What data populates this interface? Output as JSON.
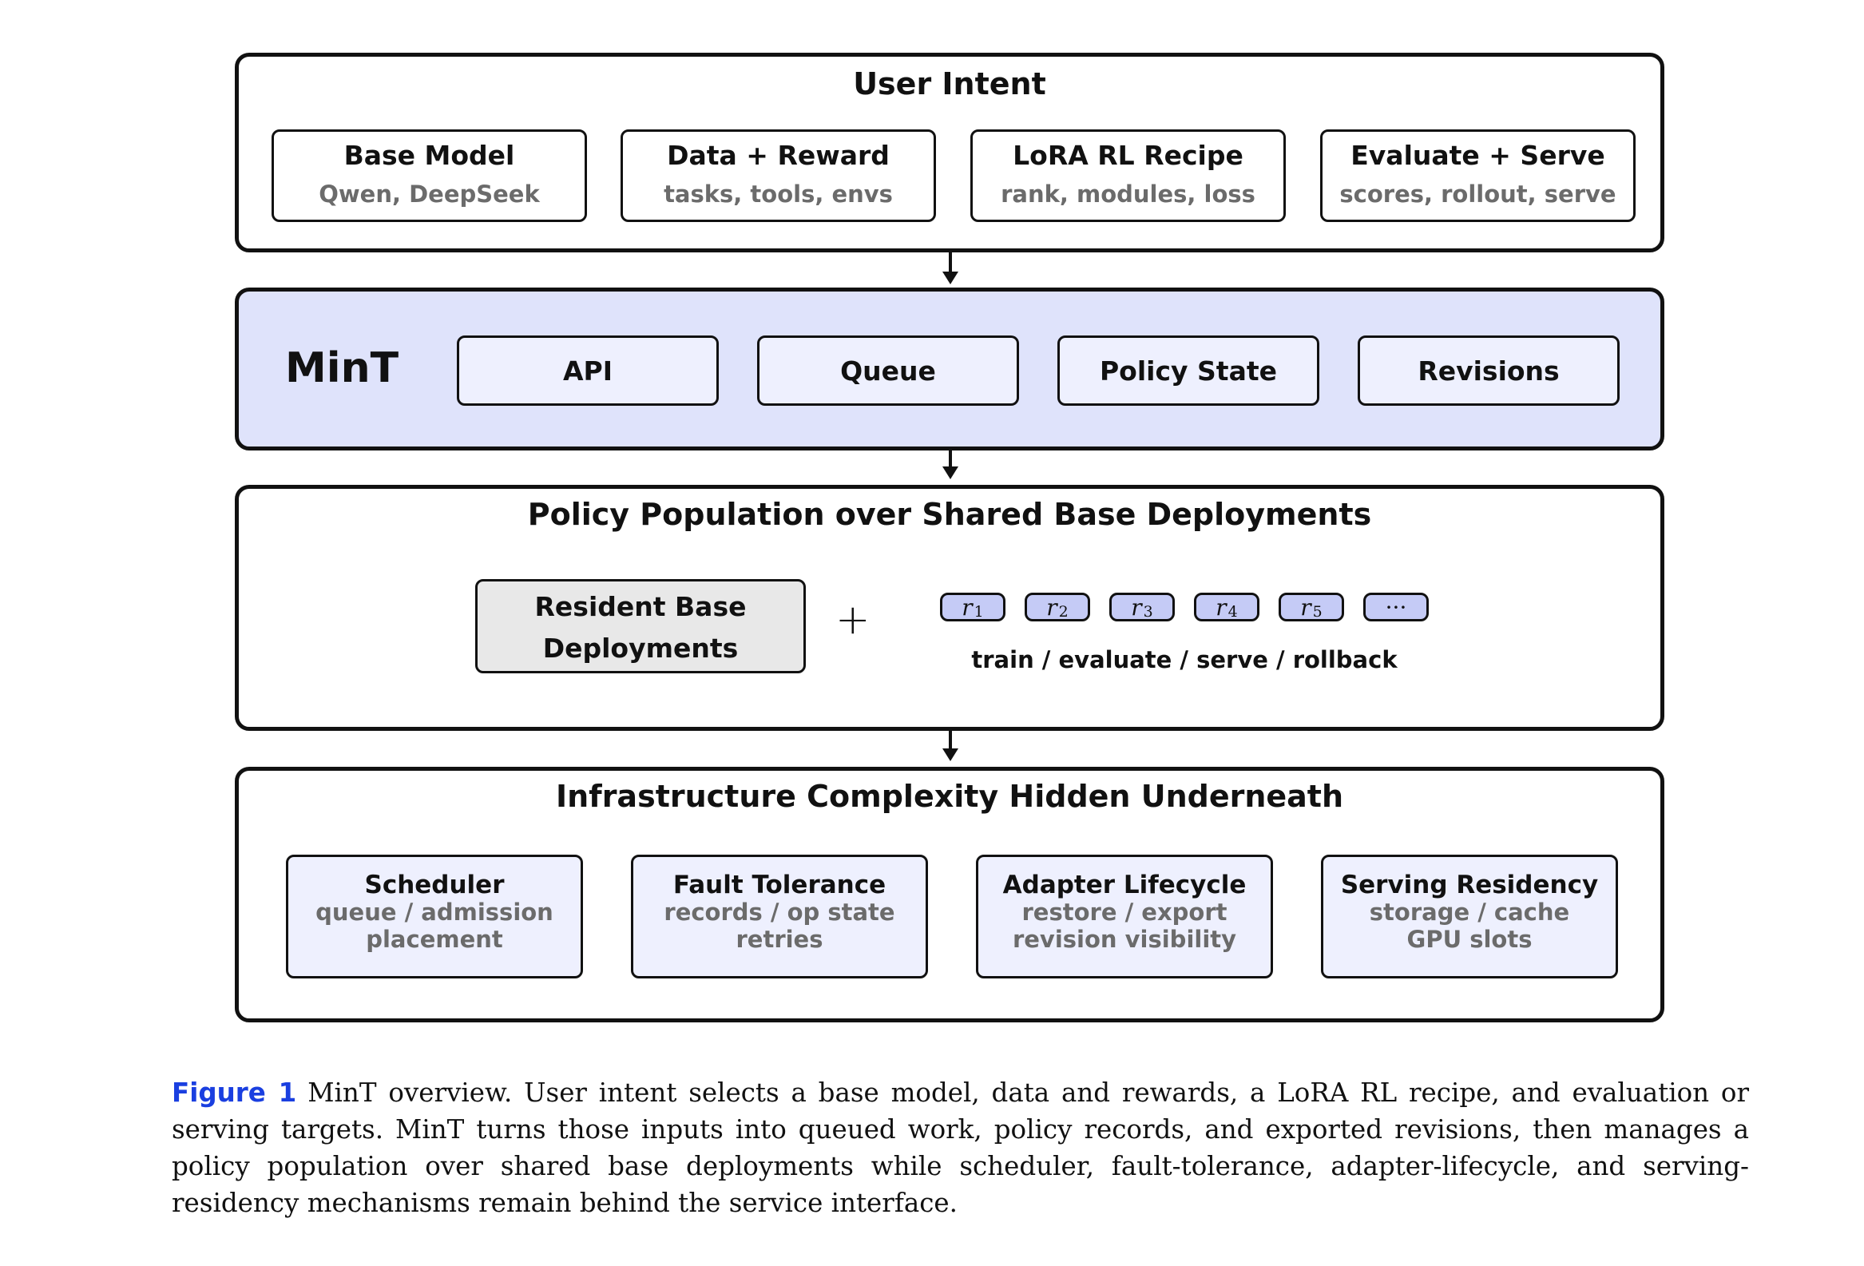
{
  "user_intent": {
    "title": "User Intent",
    "boxes": [
      {
        "title": "Base Model",
        "subtitle": "Qwen, DeepSeek"
      },
      {
        "title": "Data + Reward",
        "subtitle": "tasks, tools, envs"
      },
      {
        "title": "LoRA RL Recipe",
        "subtitle": "rank, modules, loss"
      },
      {
        "title": "Evaluate + Serve",
        "subtitle": "scores, rollout, serve"
      }
    ]
  },
  "mint": {
    "label": "MinT",
    "boxes": [
      "API",
      "Queue",
      "Policy State",
      "Revisions"
    ]
  },
  "population": {
    "title": "Policy Population over Shared Base Deployments",
    "resident_line1": "Resident Base",
    "resident_line2": "Deployments",
    "plus": "+",
    "chips": [
      {
        "var": "r",
        "sub": "1"
      },
      {
        "var": "r",
        "sub": "2"
      },
      {
        "var": "r",
        "sub": "3"
      },
      {
        "var": "r",
        "sub": "4"
      },
      {
        "var": "r",
        "sub": "5"
      },
      {
        "var": "···",
        "sub": ""
      }
    ],
    "actions": "train / evaluate / serve / rollback"
  },
  "infrastructure": {
    "title": "Infrastructure Complexity Hidden Underneath",
    "boxes": [
      {
        "title": "Scheduler",
        "line1": "queue / admission",
        "line2": "placement"
      },
      {
        "title": "Fault Tolerance",
        "line1": "records / op state",
        "line2": "retries"
      },
      {
        "title": "Adapter Lifecycle",
        "line1": "restore / export",
        "line2": "revision visibility"
      },
      {
        "title": "Serving Residency",
        "line1": "storage / cache",
        "line2": "GPU slots"
      }
    ]
  },
  "caption": {
    "label": "Figure 1",
    "text": "MinT overview. User intent selects a base model, data and rewards, a LoRA RL recipe, and evaluation or serving targets. MinT turns those inputs into queued work, policy records, and exported revisions, then manages a policy population over shared base deployments while scheduler, fault-tolerance, adapter-lifecycle, and serving-residency mechanisms remain behind the service interface."
  },
  "colors": {
    "mint_panel": "#dfe3fb",
    "mint_box": "#eef0fe",
    "chip": "#c5cbf6",
    "resident": "#e8e8e8",
    "figure_label": "#1a3fe0",
    "subtitle_gray": "#6b6b6b"
  }
}
